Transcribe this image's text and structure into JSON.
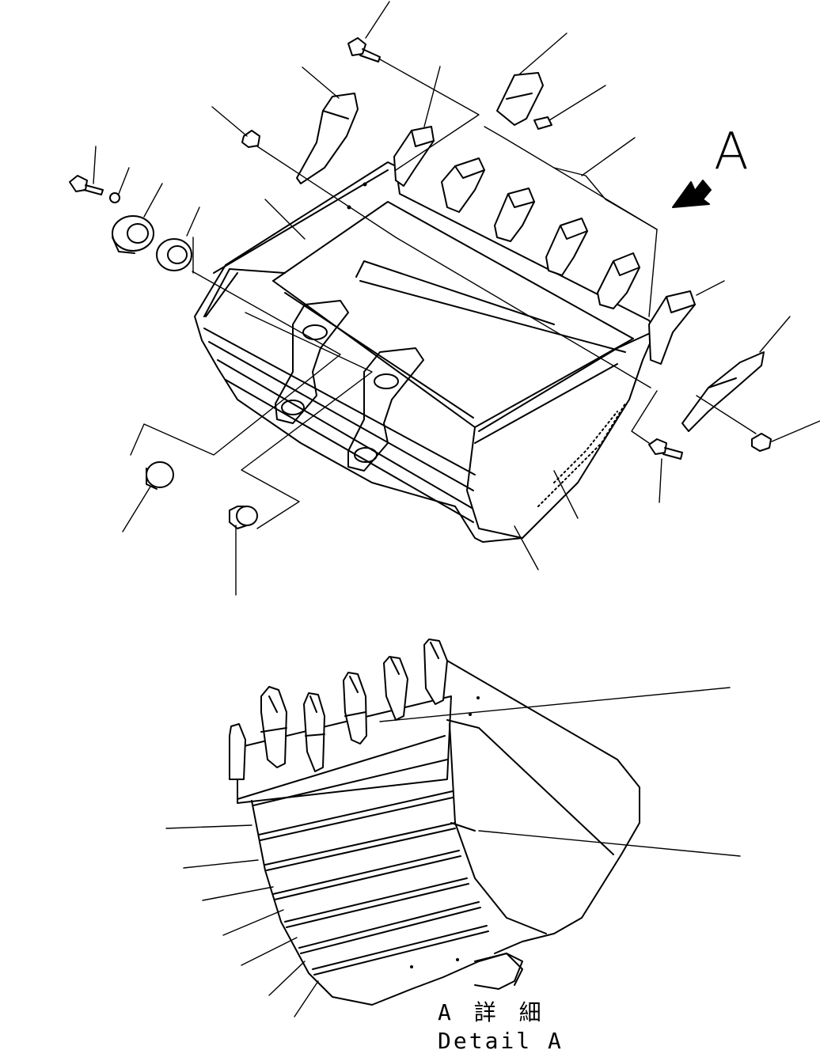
{
  "view_label": "A",
  "detail_caption": {
    "jp": "A 詳 細",
    "en": "Detail A"
  },
  "colors": {
    "line": "#000000",
    "background": "#ffffff",
    "part_shade": "#d9d9d9"
  },
  "icons": {
    "view_arrow": "view-direction-arrow"
  }
}
